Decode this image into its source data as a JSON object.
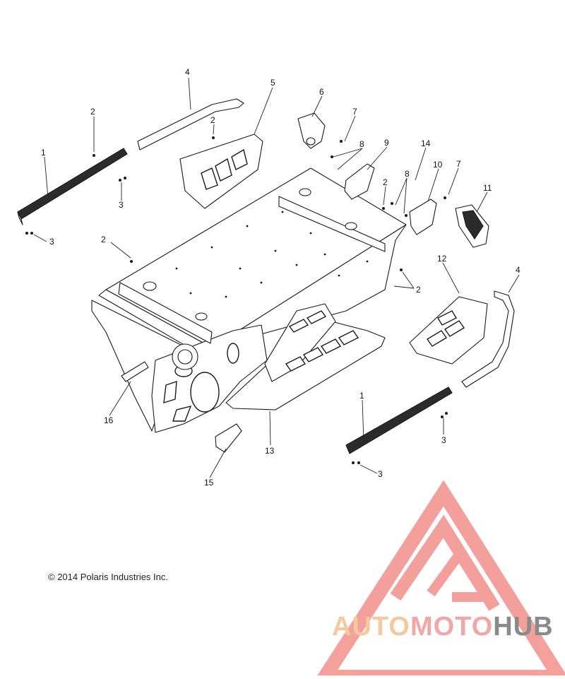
{
  "diagram": {
    "callouts": [
      {
        "id": "c1a",
        "label": "1"
      },
      {
        "id": "c1b",
        "label": "1"
      },
      {
        "id": "c2a",
        "label": "2"
      },
      {
        "id": "c2b",
        "label": "2"
      },
      {
        "id": "c2c",
        "label": "2"
      },
      {
        "id": "c2d",
        "label": "2"
      },
      {
        "id": "c2e",
        "label": "2"
      },
      {
        "id": "c3a",
        "label": "3"
      },
      {
        "id": "c3b",
        "label": "3"
      },
      {
        "id": "c3c",
        "label": "3"
      },
      {
        "id": "c3d",
        "label": "3"
      },
      {
        "id": "c4a",
        "label": "4"
      },
      {
        "id": "c4b",
        "label": "4"
      },
      {
        "id": "c5",
        "label": "5"
      },
      {
        "id": "c6",
        "label": "6"
      },
      {
        "id": "c7a",
        "label": "7"
      },
      {
        "id": "c7b",
        "label": "7"
      },
      {
        "id": "c8a",
        "label": "8"
      },
      {
        "id": "c8b",
        "label": "8"
      },
      {
        "id": "c9",
        "label": "9"
      },
      {
        "id": "c10",
        "label": "10"
      },
      {
        "id": "c11",
        "label": "11"
      },
      {
        "id": "c12",
        "label": "12"
      },
      {
        "id": "c13",
        "label": "13"
      },
      {
        "id": "c14",
        "label": "14"
      },
      {
        "id": "c15",
        "label": "15"
      },
      {
        "id": "c16",
        "label": "16"
      }
    ]
  },
  "copyright": "© 2014 Polaris Industries Inc.",
  "watermark": {
    "part1": "AUTO",
    "part2": "MOTO",
    "part3": "HUB",
    "color1": "#f5c9a0",
    "color2": "#f2a6a6",
    "color3": "#8a8a8a",
    "triangle_color": "#f28f8a"
  }
}
